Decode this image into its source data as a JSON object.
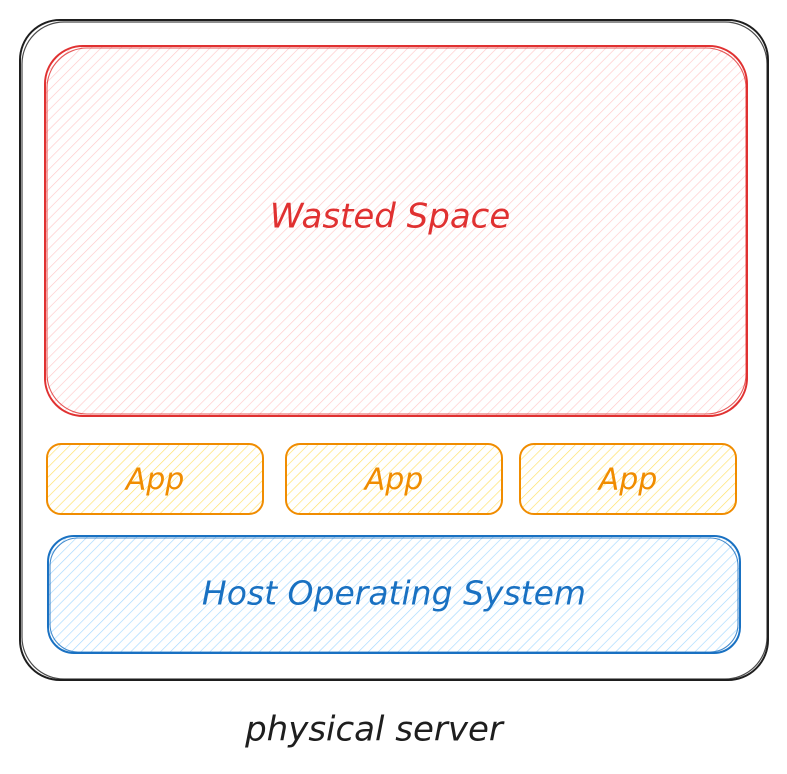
{
  "diagram": {
    "server_label": "physical server",
    "wasted_space_label": "Wasted Space",
    "apps": [
      {
        "label": "App"
      },
      {
        "label": "App"
      },
      {
        "label": "App"
      }
    ],
    "host_os_label": "Host Operating System"
  },
  "colors": {
    "outline": "#1e1e1e",
    "wasted_stroke": "#e03131",
    "wasted_hatch": "#ffc9c9",
    "app_stroke": "#f08c00",
    "app_hatch": "#ffec99",
    "host_stroke": "#1971c2",
    "host_hatch": "#a5d8ff"
  }
}
